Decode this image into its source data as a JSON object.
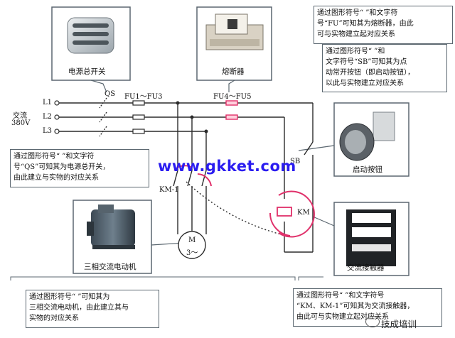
{
  "components": {
    "power_switch": {
      "caption": "电源总开关",
      "symbol": "QS"
    },
    "fuse_main": {
      "symbol": "FU1～FU3"
    },
    "fuse_control": {
      "symbol": "FU4～FU5",
      "caption": "熔断器"
    },
    "start_button": {
      "symbol": "SB",
      "caption": "启动按钮"
    },
    "contactor": {
      "symbol": "KM",
      "caption": "交流接触器",
      "aux_contact": "KM-1"
    },
    "motor": {
      "symbol_line1": "M",
      "symbol_line2": "3～",
      "caption": "三相交流电动机"
    }
  },
  "lines": [
    "L1",
    "L2",
    "L3"
  ],
  "supply": {
    "line1": "交流",
    "line2": "380V"
  },
  "notes": {
    "fuse": "通过图形符号“      ”和文字符\n号“FU”可知其为熔断器，由此\n可与实物建立起对应关系",
    "button": "通过图形符号“      ”和\n文字符号“SB”可知其为点\n动常开按钮（即启动按钮），\n以此与实物建立对应关系",
    "switch": "通过图形符号“      ”和文字符\n号“QS”可知其为电源总开关，\n由此建立与实物的对应关系",
    "motor": "通过图形符号“      ”可知其为\n三相交流电动机，由此建立其与\n实物的对应关系",
    "contactor": "通过图形符号“          ”和文字符号\n“KM、KM-1”可知其为交流接触器，\n由此可与实物建立起对应关系"
  },
  "watermark": "www.gkket.com",
  "brand": "技成培训",
  "colors": {
    "line": "#2b2b2b",
    "accent": "#e0306a",
    "border": "#5b6770",
    "watermark": "#2a1cf0"
  }
}
